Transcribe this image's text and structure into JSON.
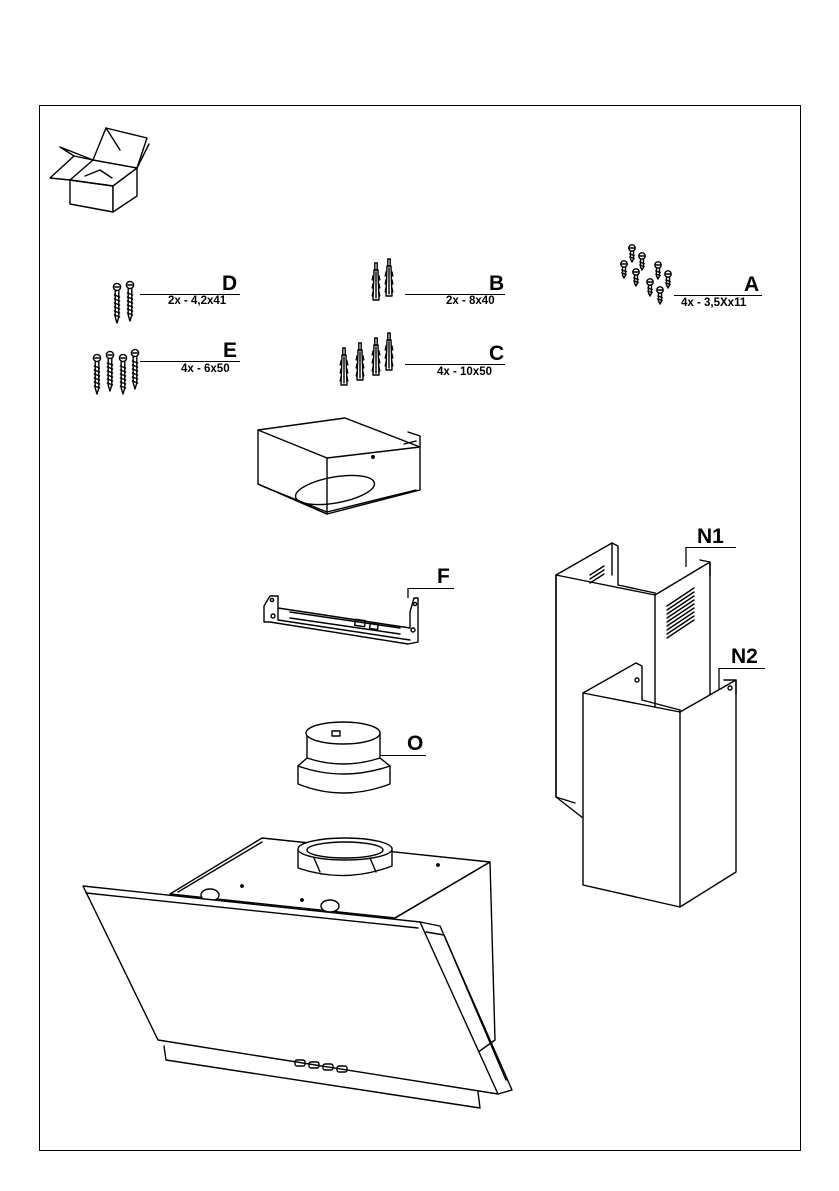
{
  "parts": {
    "D": {
      "letter": "D",
      "spec": "2x - 4,2x41"
    },
    "B": {
      "letter": "B",
      "spec": "2x - 8x40"
    },
    "A": {
      "letter": "A",
      "spec": "4x - 3,5Xx11"
    },
    "E": {
      "letter": "E",
      "spec": "4x - 6x50"
    },
    "C": {
      "letter": "C",
      "spec": "4x - 10x50"
    },
    "F": {
      "letter": "F"
    },
    "O": {
      "letter": "O"
    },
    "N1": {
      "letter": "N1"
    },
    "N2": {
      "letter": "N2"
    }
  },
  "icons": {
    "package": "open-box-icon",
    "screw": "screw-icon",
    "wall_plug": "wall-plug-icon",
    "bracket": "mounting-bracket-icon",
    "collar": "duct-collar-icon",
    "chimney": "chimney-cover-icon",
    "motor_box": "motor-housing-icon",
    "hood": "cooker-hood-icon"
  }
}
